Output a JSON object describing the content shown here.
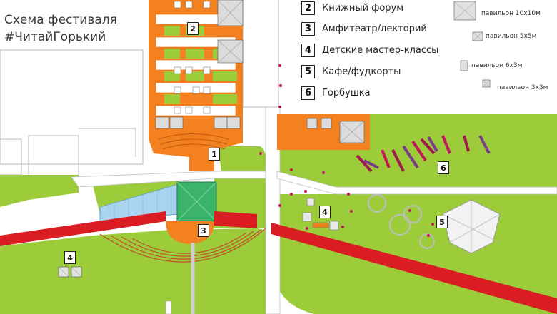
{
  "title": {
    "line1": "Схема фестиваля",
    "line2": "#ЧитайГорький"
  },
  "legend": [
    {
      "number": "2",
      "label": "Книжный форум"
    },
    {
      "number": "3",
      "label": "Амфитеатр/лекторий"
    },
    {
      "number": "4",
      "label": "Детские мастер-классы"
    },
    {
      "number": "5",
      "label": "Кафе/фудкорты"
    },
    {
      "number": "6",
      "label": "Горбушка"
    }
  ],
  "pavilions": [
    {
      "label": "павильон 10х10м"
    },
    {
      "label": "павильон 5х5м"
    },
    {
      "label": "павильон 6х3м"
    },
    {
      "label": "павильон 3х3м"
    }
  ],
  "markers": [
    "2",
    "1",
    "3",
    "4",
    "4",
    "5",
    "6"
  ],
  "colors": {
    "grass": "#9ccc3a",
    "orange_zone": "#f4811f",
    "red_path": "#d91d22",
    "road": "#ffffff",
    "building_outline": "#c9c9c9",
    "glass": "#a9d3ef",
    "stage": "#3cb36b",
    "pink_dot": "#c2185b"
  }
}
